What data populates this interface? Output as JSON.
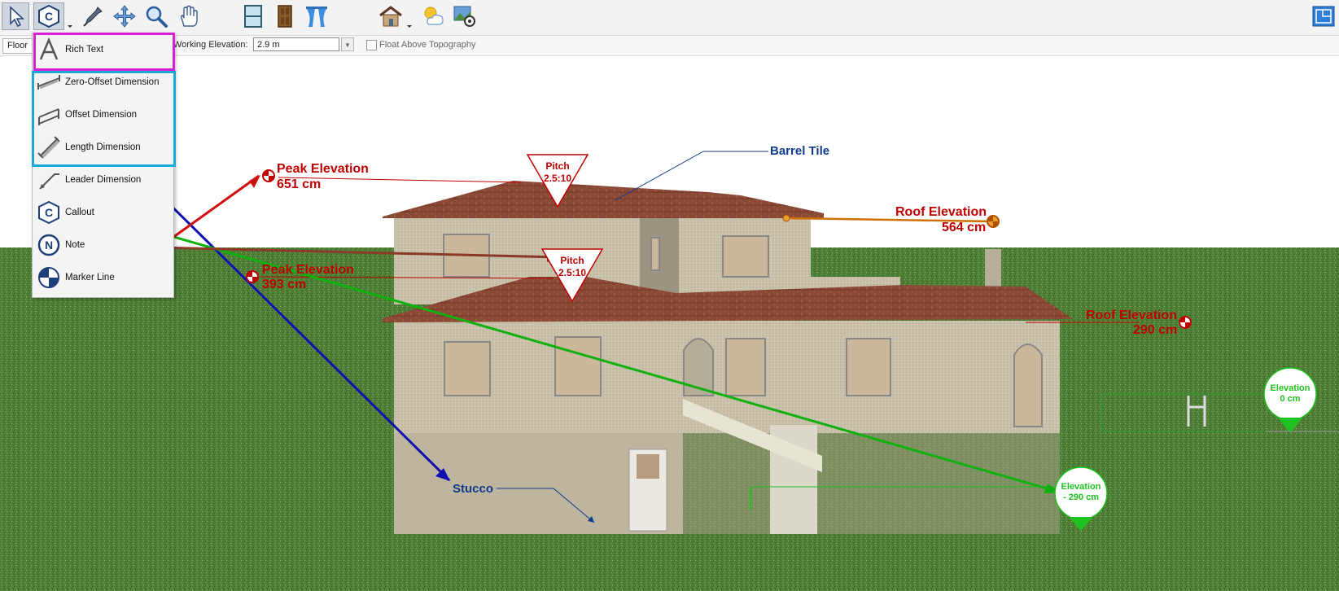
{
  "toolbar": {
    "icons": [
      "select-objects-icon",
      "callout-icon",
      "eyedropper-icon",
      "pan-icon",
      "zoom-icon",
      "hand-icon",
      "window-icon",
      "door-icon",
      "curtain-icon",
      "house-icon",
      "weather-icon",
      "image-settings-icon",
      "plan-view-icon"
    ]
  },
  "options_bar": {
    "floor_label": "Floor",
    "working_elevation_label": "Working Elevation:",
    "working_elevation_value": "2.9 m",
    "float_label": "Float Above Topography"
  },
  "menu": {
    "items": [
      {
        "label": "Rich Text",
        "icon": "rich-text-icon"
      },
      {
        "label": "Zero-Offset Dimension",
        "icon": "zero-offset-dimension-icon"
      },
      {
        "label": "Offset Dimension",
        "icon": "offset-dimension-icon"
      },
      {
        "label": "Length Dimension",
        "icon": "length-dimension-icon"
      },
      {
        "label": "Leader Dimension",
        "icon": "leader-dimension-icon"
      },
      {
        "label": "Callout",
        "icon": "callout-icon"
      },
      {
        "label": "Note",
        "icon": "note-icon"
      },
      {
        "label": "Marker Line",
        "icon": "marker-line-icon"
      }
    ]
  },
  "annotations": {
    "peak_top_title": "Peak Elevation",
    "peak_top_value": "651 cm",
    "peak_mid_title": "Peak Elevation",
    "peak_mid_value": "393 cm",
    "roof_top_title": "Roof Elevation",
    "roof_top_value": "564 cm",
    "roof_low_title": "Roof Elevation",
    "roof_low_value": "290 cm",
    "pitch_top_title": "Pitch",
    "pitch_top_value": "2.5:10",
    "pitch_mid_title": "Pitch",
    "pitch_mid_value": "2.5:10",
    "barrel_tile": "Barrel Tile",
    "stucco": "Stucco",
    "elev_right_title": "Elevation",
    "elev_right_value": "0 cm",
    "elev_low_title": "Elevation",
    "elev_low_value": "- 290 cm"
  },
  "colors": {
    "annotation_red": "#c00000",
    "annotation_blue": "#103a8c",
    "arrow_blue": "#1010b0",
    "arrow_green": "#10b010",
    "arrow_brown": "#8b3a2a",
    "elevation_green": "#1ec21e",
    "magenta_highlight": "#d81fd8",
    "cyan_highlight": "#1aa8d8",
    "grass": "#4f7e36",
    "roof": "#8b4a35",
    "stucco": "#bfb7a0"
  }
}
